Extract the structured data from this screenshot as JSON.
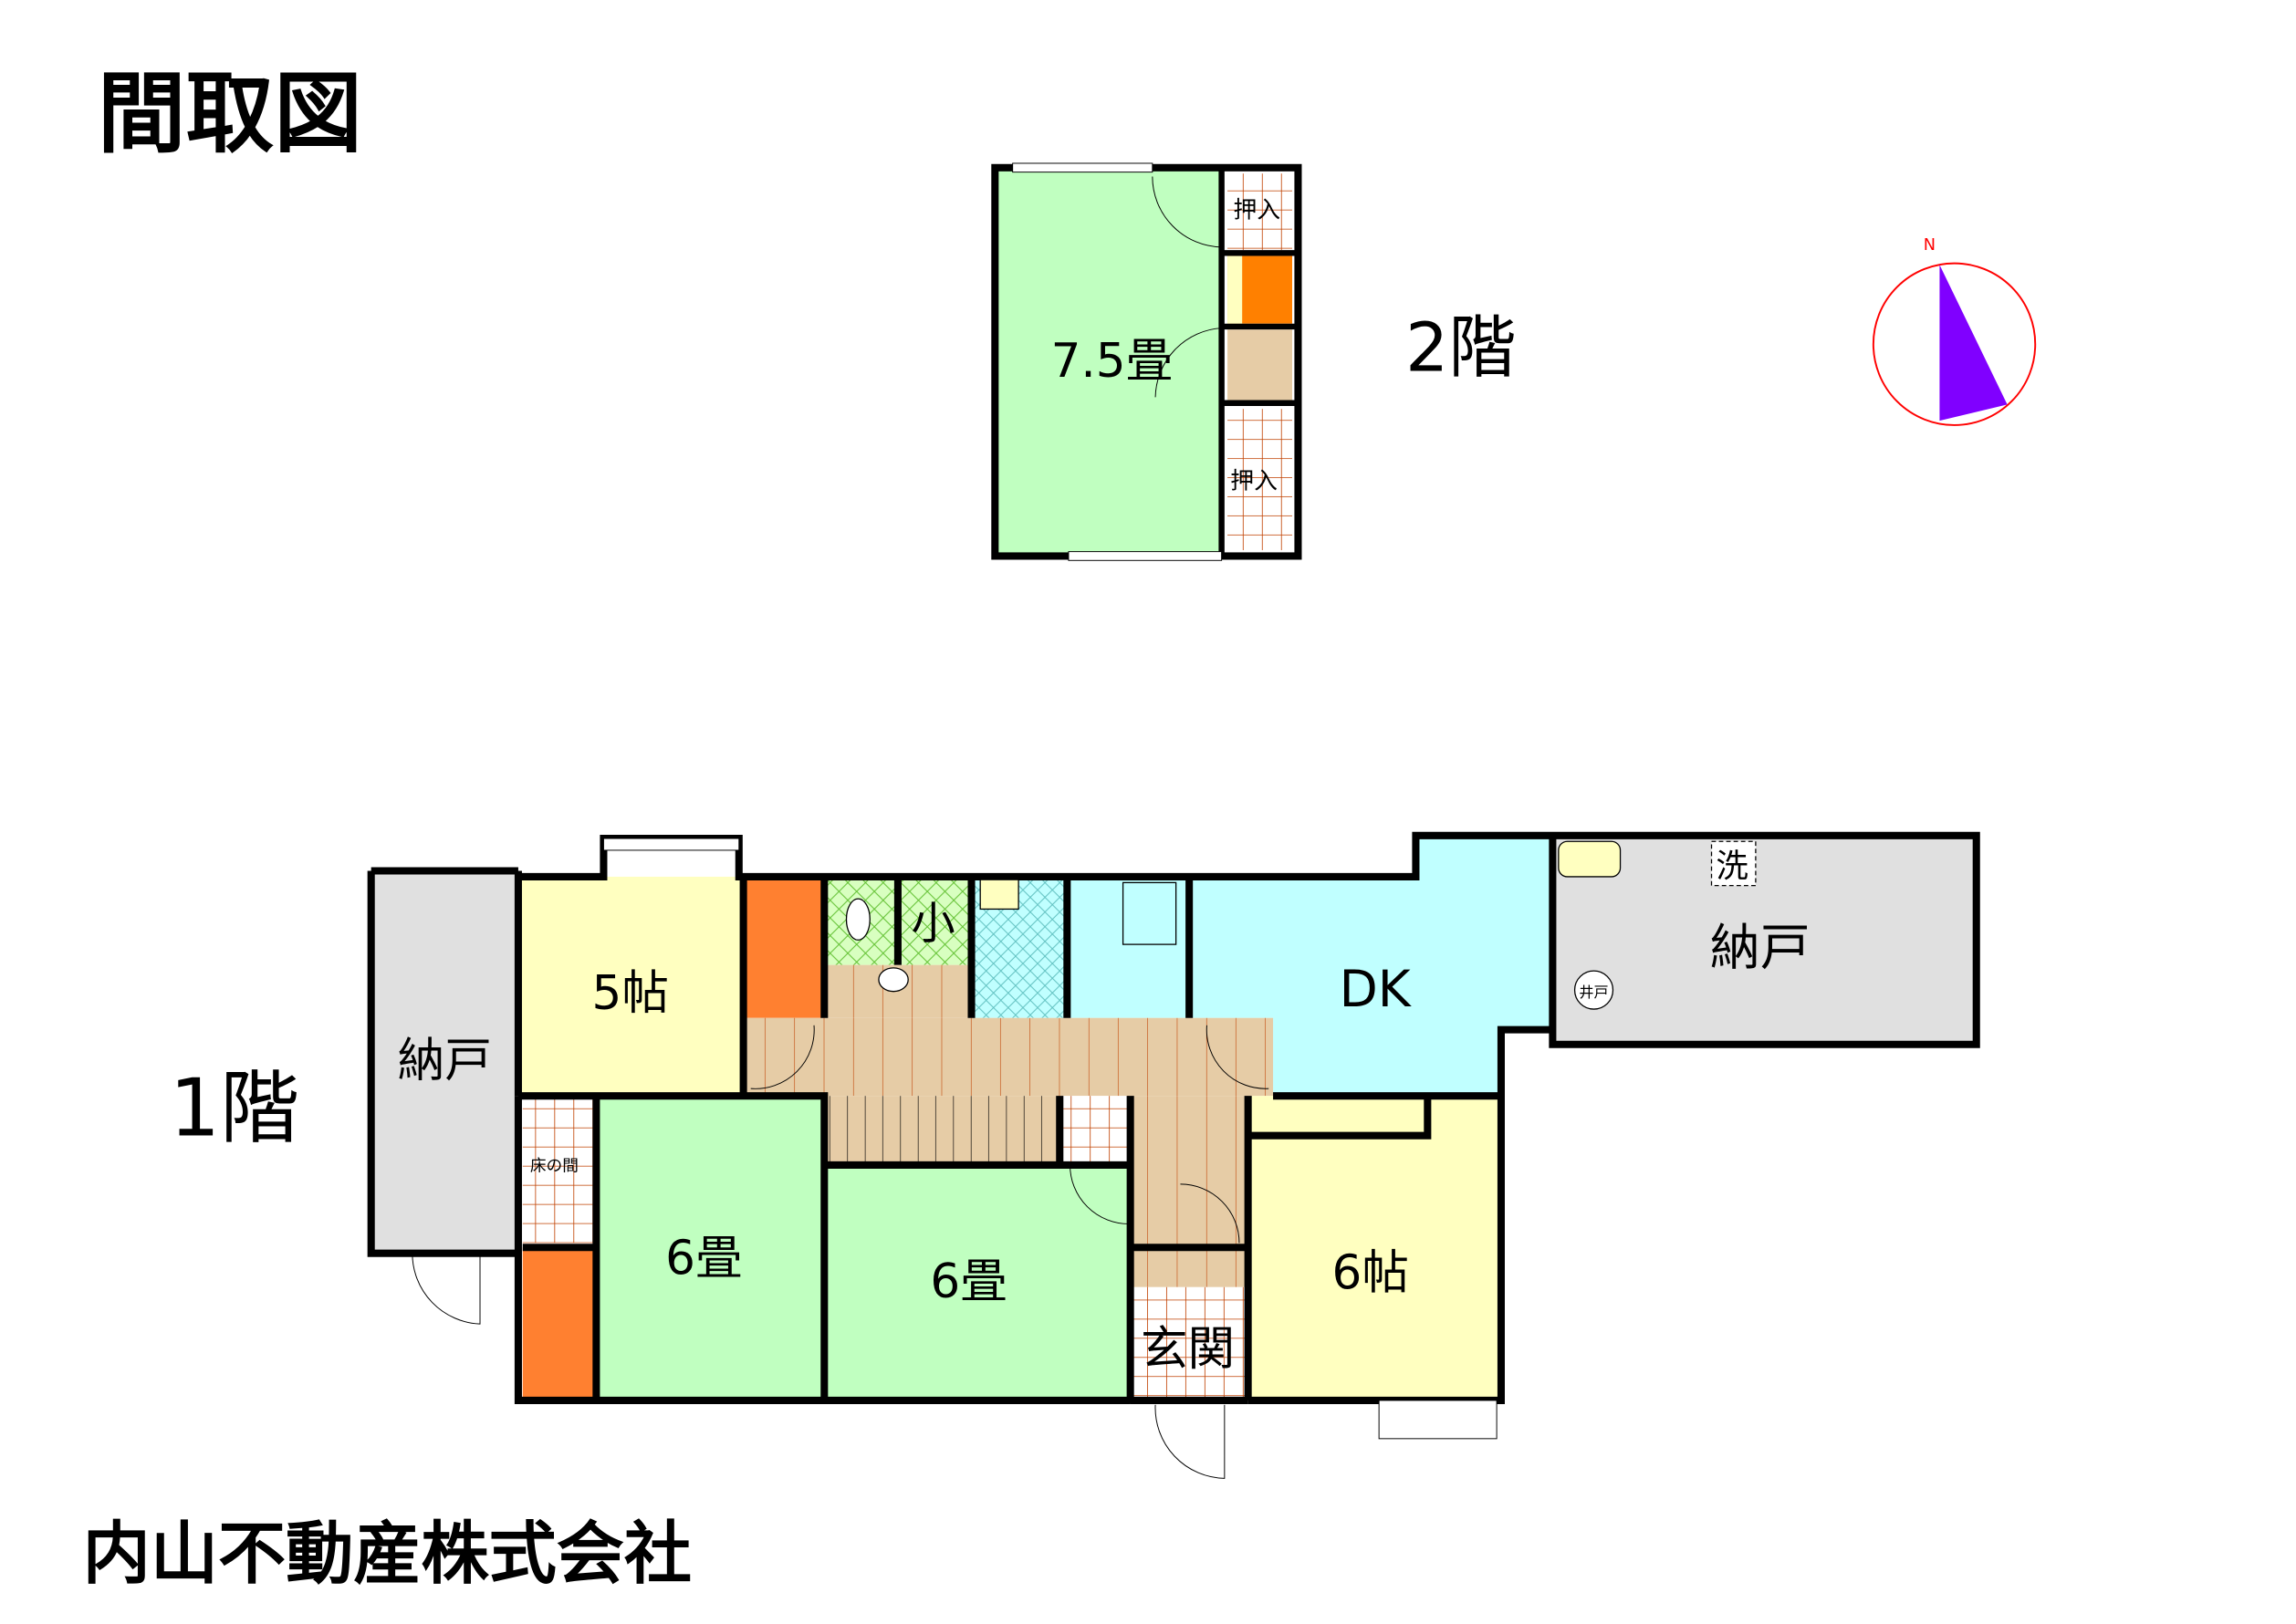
{
  "title": "間取図",
  "floor2": {
    "label": "2階",
    "room_main": "7.5畳",
    "closet_top": "押入",
    "closet_bottom": "押入"
  },
  "floor1": {
    "label": "1階",
    "storage_left": "納戸",
    "room_5": "5帖",
    "toilet_small": "小",
    "dk": "DK",
    "storage_right": "納戸",
    "laundry": "洗",
    "well": "井戸",
    "tokonoma": "床の間",
    "room_6a": "6畳",
    "room_6b": "6畳",
    "entrance": "玄関",
    "room_6c": "6帖"
  },
  "compass": {
    "north": "N"
  },
  "company": "内山不動産株式会社",
  "colors": {
    "tatami": "#c0ffc0",
    "flooring": "#ffffc0",
    "storage": "#e0e0e0",
    "wet": "#c0ffff",
    "hall": "#e6cca6",
    "closet_orange": "#ff8030",
    "grid_line": "#c04000",
    "compass_arrow": "#8000ff"
  }
}
